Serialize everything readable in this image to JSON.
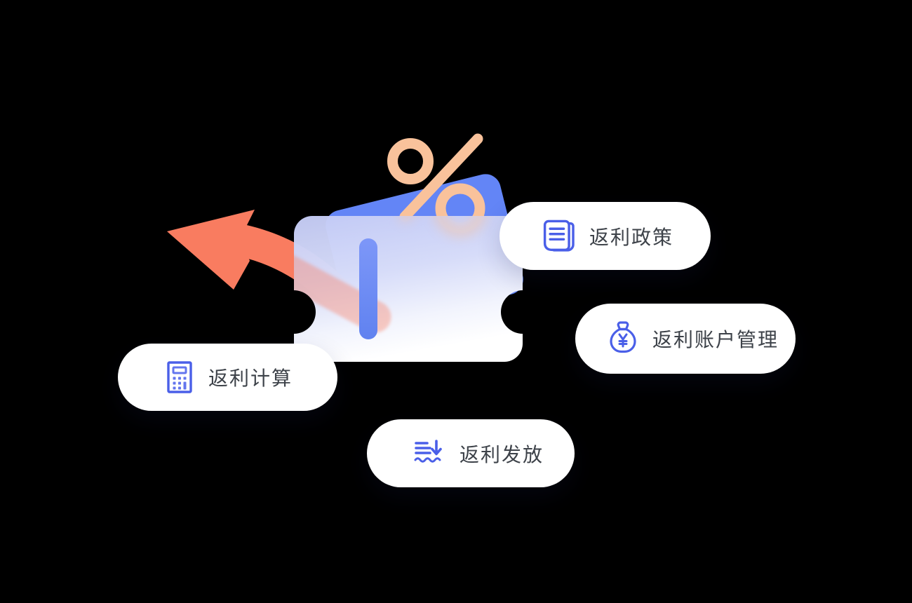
{
  "page": {
    "background": "#000000",
    "description": "Rebate feature illustration: glass wallet card with percent symbol and orange swoosh arrow, surrounded by four feature pills"
  },
  "features": [
    {
      "id": "policy",
      "label": "返利政策",
      "icon": "document-pages-icon"
    },
    {
      "id": "account",
      "label": "返利账户管理",
      "icon": "money-bag-yen-icon"
    },
    {
      "id": "calc",
      "label": "返利计算",
      "icon": "calculator-icon"
    },
    {
      "id": "payout",
      "label": "返利发放",
      "icon": "list-arrow-down-icon"
    }
  ],
  "colors": {
    "pill_background": "#FFFFFF",
    "pill_text": "#3D4249",
    "icon_blue": "#4A5FE8",
    "icon_blue_light": "#6375EE",
    "card_blue": "#6385F6",
    "percent_peach": "#F9C29B",
    "arrow_orange": "#F97C60",
    "glass_top": "#C4CBF5",
    "glass_bottom": "#FFFFFF",
    "strap_blue": "#6C8CF5"
  }
}
